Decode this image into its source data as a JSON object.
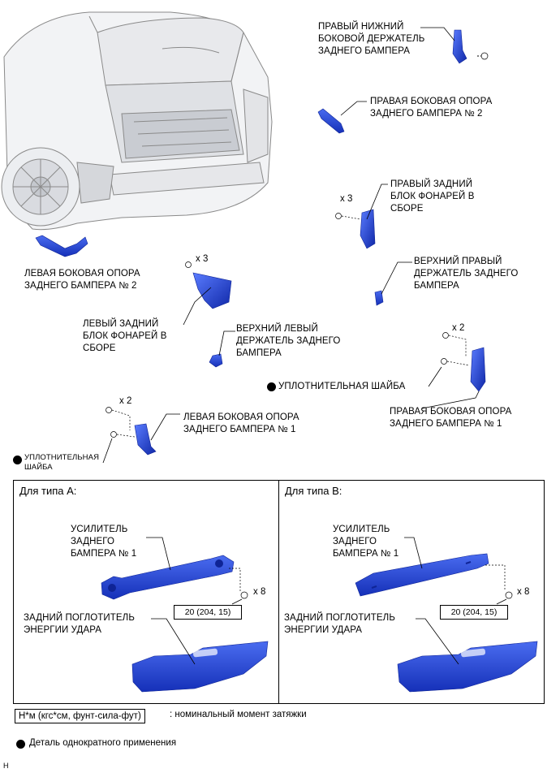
{
  "labels": {
    "right_lower_holder": [
      "ПРАВЫЙ НИЖНИЙ",
      "БОКОВОЙ ДЕРЖАТЕЛЬ",
      "ЗАДНЕГО БАМПЕРА"
    ],
    "right_side_support_2": [
      "ПРАВАЯ БОКОВАЯ ОПОРА",
      "ЗАДНЕГО БАМПЕРА № 2"
    ],
    "right_rear_lamp": [
      "ПРАВЫЙ ЗАДНИЙ",
      "БЛОК ФОНАРЕЙ В",
      "СБОРЕ"
    ],
    "upper_right_holder": [
      "ВЕРХНИЙ ПРАВЫЙ",
      "ДЕРЖАТЕЛЬ ЗАДНЕГО",
      "БАМПЕРА"
    ],
    "left_side_support_2": [
      "ЛЕВАЯ БОКОВАЯ ОПОРА",
      "ЗАДНЕГО БАМПЕРА № 2"
    ],
    "left_rear_lamp": [
      "ЛЕВЫЙ ЗАДНИЙ",
      "БЛОК ФОНАРЕЙ В",
      "СБОРЕ"
    ],
    "upper_left_holder": [
      "ВЕРХНИЙ ЛЕВЫЙ",
      "ДЕРЖАТЕЛЬ ЗАДНЕГО",
      "БАМПЕРА"
    ],
    "gasket_right": "УПЛОТНИТЕЛЬНАЯ ШАЙБА",
    "right_side_support_1": [
      "ПРАВАЯ БОКОВАЯ ОПОРА",
      "ЗАДНЕГО БАМПЕРА № 1"
    ],
    "left_side_support_1": [
      "ЛЕВАЯ БОКОВАЯ ОПОРА",
      "ЗАДНЕГО БАМПЕРА № 1"
    ],
    "gasket_left": [
      "УПЛОТНИТЕЛЬНАЯ",
      "ШАЙБА"
    ]
  },
  "quantities": {
    "right_lamp_bolts": "x 3",
    "left_lamp_bolts": "x 3",
    "right_support_bolts": "x 2",
    "left_support_bolts": "x 2",
    "type_a_bolts": "x 8",
    "type_b_bolts": "x 8"
  },
  "panels": {
    "type_a": {
      "title": "Для типа A:",
      "reinforcement": [
        "УСИЛИТЕЛЬ",
        "ЗАДНЕГО",
        "БАМПЕРА № 1"
      ],
      "absorber": [
        "ЗАДНИЙ ПОГЛОТИТЕЛЬ",
        "ЭНЕРГИИ УДАРА"
      ],
      "torque": "20 (204, 15)"
    },
    "type_b": {
      "title": "Для типа B:",
      "reinforcement": [
        "УСИЛИТЕЛЬ",
        "ЗАДНЕГО",
        "БАМПЕРА № 1"
      ],
      "absorber": [
        "ЗАДНИЙ ПОГЛОТИТЕЛЬ",
        "ЭНЕРГИИ УДАРА"
      ],
      "torque": "20 (204, 15)"
    }
  },
  "legend": {
    "torque_units": "Н*м (кгс*см, фунт-сила-фут)",
    "torque_desc": ": номинальный момент затяжки",
    "single_use": "Деталь однократного применения"
  },
  "corner_mark": "H",
  "colors": {
    "part_blue": "#1f3fd6",
    "part_blue_dark": "#0f2496",
    "line": "#000000"
  }
}
